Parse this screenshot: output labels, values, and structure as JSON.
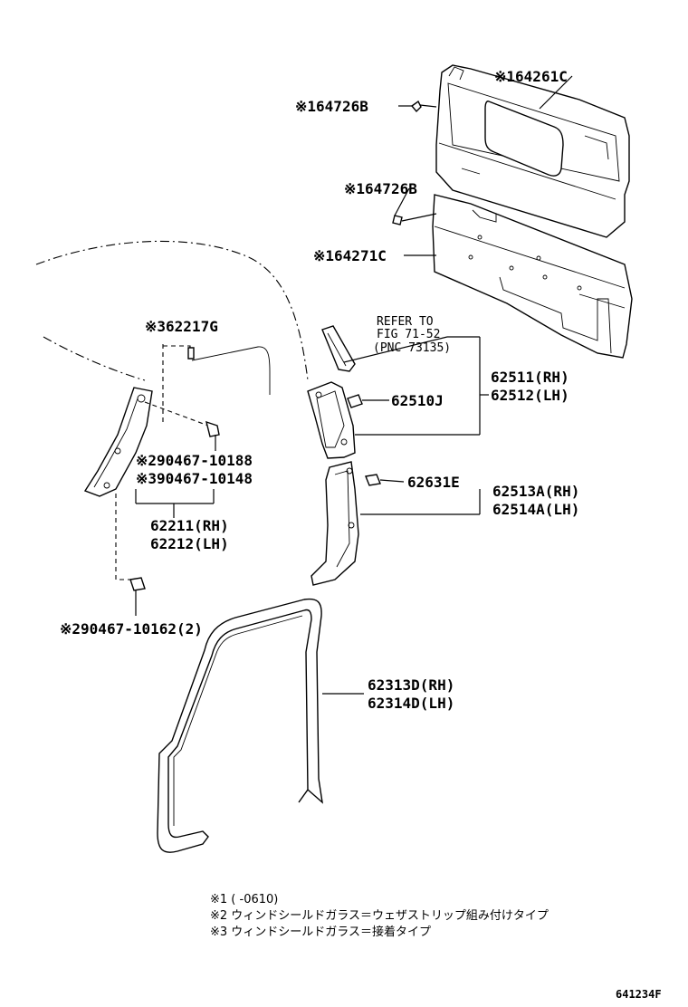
{
  "labels": {
    "p64261c": "※164261C",
    "p64726b_top": "※164726B",
    "p64726b_mid": "※164726B",
    "p64271c": "※164271C",
    "p62217g": "※362217G",
    "refer_line1": "REFER TO",
    "refer_line2": "FIG 71-52",
    "refer_line3": "(PNC 73135)",
    "p62511": "62511(RH)",
    "p62512": "62512(LH)",
    "p62510j": "62510J",
    "p90467_10188": "※290467-10188",
    "p90467_10148": "※390467-10148",
    "p62211": "62211(RH)",
    "p62212": "62212(LH)",
    "p62631e": "62631E",
    "p62513a": "62513A(RH)",
    "p62514a": "62514A(LH)",
    "p90467_10162": "※290467-10162(2)",
    "p62313d": "62313D(RH)",
    "p62314d": "62314D(LH)"
  },
  "notes": {
    "note1": "※1 (     -0610)",
    "note2": "※2 ウィンドシールドガラス＝ウェザストリップ組み付けタイプ",
    "note3": "※3 ウィンドシールドガラス＝接着タイプ"
  },
  "figure_number": "641234F"
}
